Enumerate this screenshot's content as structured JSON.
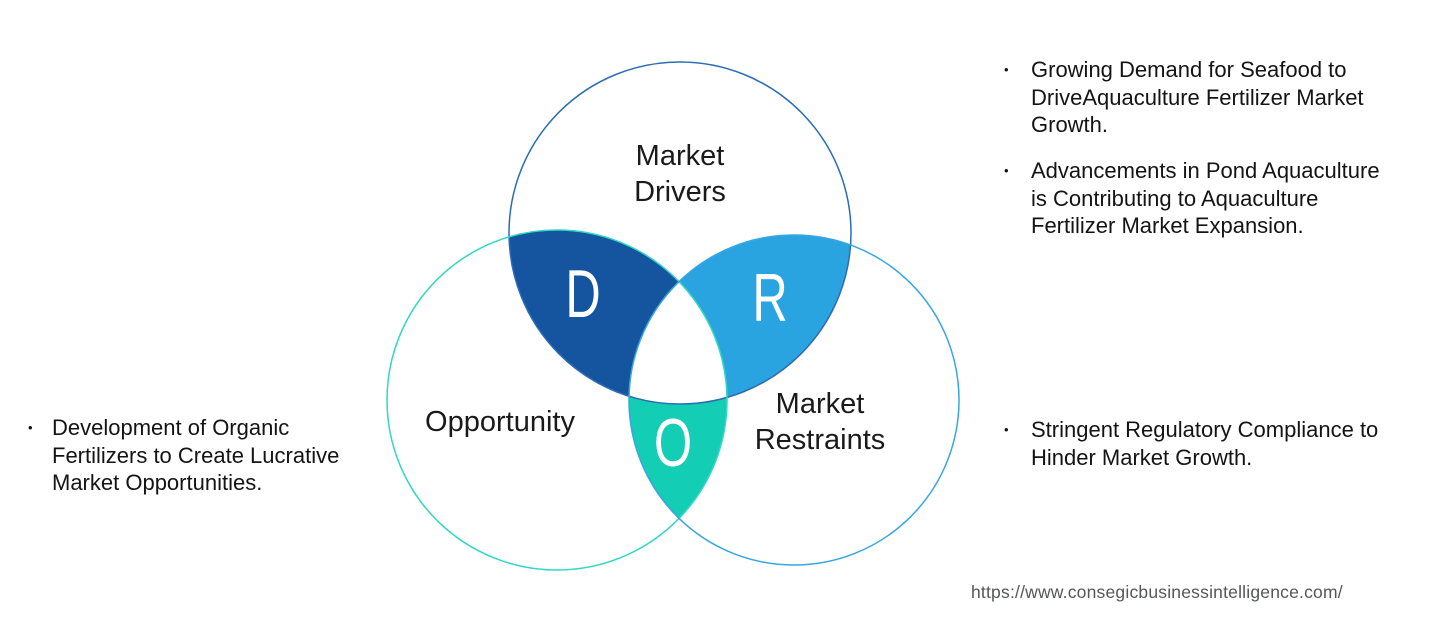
{
  "ui": {
    "bullet_char": "•",
    "background": "#ffffff"
  },
  "venn": {
    "top_circle": {
      "label_lines": [
        "Market",
        "Drivers"
      ],
      "stroke": "#2d6cb4"
    },
    "left_circle": {
      "label": "Opportunity",
      "stroke": "#31d7c4"
    },
    "right_circle": {
      "label_lines": [
        "Market",
        "Restraints"
      ],
      "stroke": "#38a6e0"
    },
    "d_lens": {
      "letter": "D",
      "fill": "#15549e"
    },
    "r_lens": {
      "letter": "R",
      "fill": "#2aa4e0"
    },
    "o_lens": {
      "letter": "O",
      "fill": "#13ceb4"
    },
    "center_overlap_fill": "#ffffff"
  },
  "sections": {
    "drivers": {
      "items": [
        {
          "lines": [
            "Growing Demand for Seafood to",
            "DriveAquaculture Fertilizer Market",
            "Growth."
          ]
        },
        {
          "lines": [
            "Advancements in Pond Aquaculture",
            "is Contributing to Aquaculture",
            "Fertilizer Market Expansion."
          ]
        }
      ]
    },
    "restraints": {
      "items": [
        {
          "lines": [
            "Stringent Regulatory Compliance to",
            "Hinder Market Growth."
          ]
        }
      ]
    },
    "opportunity": {
      "items": [
        {
          "lines": [
            "Development of Organic",
            "Fertilizers to Create Lucrative",
            "Market Opportunities."
          ]
        }
      ]
    }
  },
  "footer": {
    "url": "https://www.consegicbusinessintelligence.com/"
  }
}
